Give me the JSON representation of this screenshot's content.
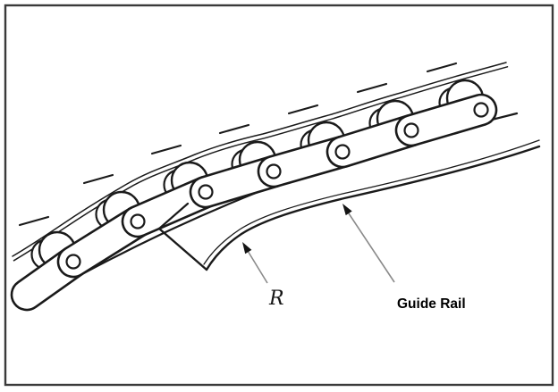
{
  "figure": {
    "title": "Roller chain on curved guide rail diagram",
    "labels": {
      "radius": "R",
      "guide_rail": "Guide Rail"
    },
    "chain": {
      "visible_links": 7,
      "visible_pin_holes": 7,
      "visible_rollers": 7
    },
    "colors": {
      "background": "#ffffff",
      "line": "#1a1a1a",
      "frame_border": "#3a3a3a",
      "leader_line": "#8a8a8a",
      "label_text": "#000000"
    }
  }
}
